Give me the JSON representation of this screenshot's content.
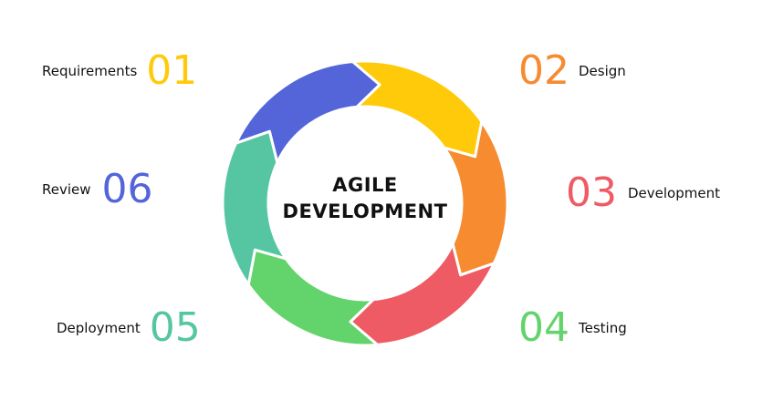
{
  "diagram": {
    "center_title_line1": "AGILE",
    "center_title_line2": "DEVELOPMENT",
    "stages": [
      {
        "number": "01",
        "label": "Requirements",
        "color": "#FFCA0A"
      },
      {
        "number": "02",
        "label": "Design",
        "color": "#F68B30"
      },
      {
        "number": "03",
        "label": "Development",
        "color": "#EF5B64"
      },
      {
        "number": "04",
        "label": "Testing",
        "color": "#63D36B"
      },
      {
        "number": "05",
        "label": "Deployment",
        "color": "#56C6A2"
      },
      {
        "number": "06",
        "label": "Review",
        "color": "#5365D9"
      }
    ]
  }
}
